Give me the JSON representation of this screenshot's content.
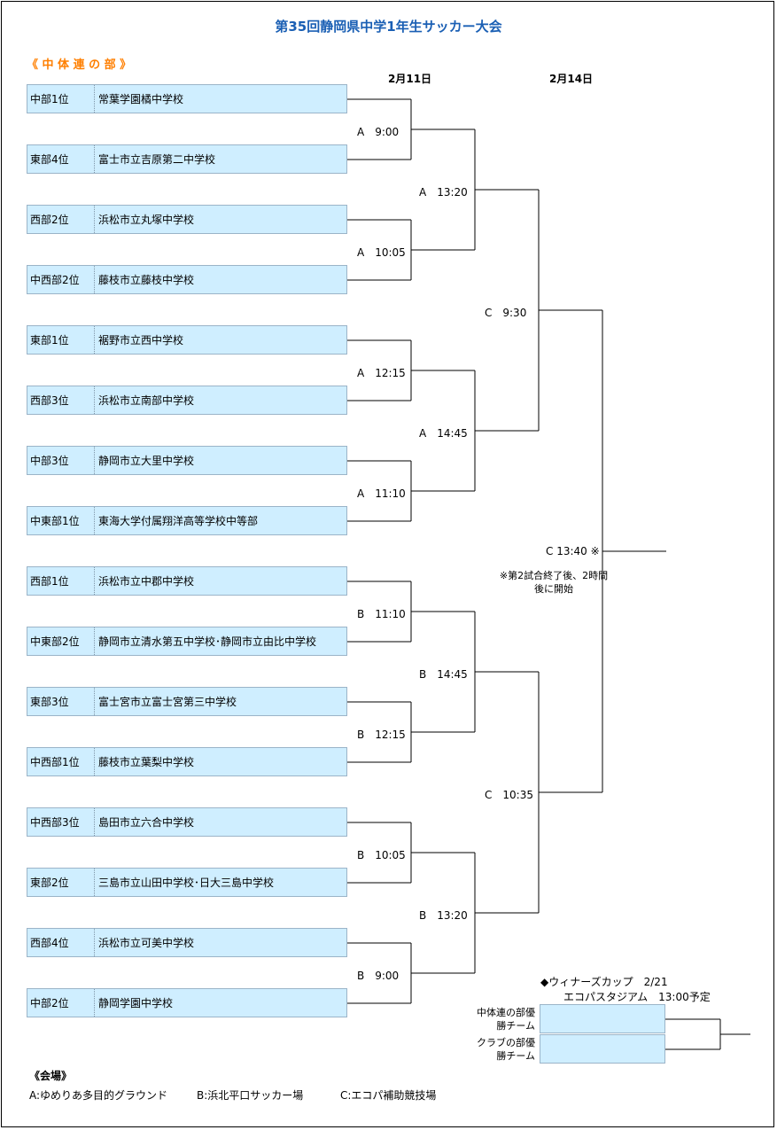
{
  "title": "第35回静岡県中学1年生サッカー大会",
  "section": "《 中 体 連 の 部 》",
  "dates": {
    "round1": "2月11日",
    "semis": "2月14日"
  },
  "teams": [
    {
      "seed": "中部1位",
      "school": "常葉学園橘中学校"
    },
    {
      "seed": "東部4位",
      "school": "富士市立吉原第二中学校"
    },
    {
      "seed": "西部2位",
      "school": "浜松市立丸塚中学校"
    },
    {
      "seed": "中西部2位",
      "school": "藤枝市立藤枝中学校"
    },
    {
      "seed": "東部1位",
      "school": "裾野市立西中学校"
    },
    {
      "seed": "西部3位",
      "school": "浜松市立南部中学校"
    },
    {
      "seed": "中部3位",
      "school": "静岡市立大里中学校"
    },
    {
      "seed": "中東部1位",
      "school": "東海大学付属翔洋高等学校中等部"
    },
    {
      "seed": "西部1位",
      "school": "浜松市立中郡中学校"
    },
    {
      "seed": "中東部2位",
      "school": "静岡市立清水第五中学校･静岡市立由比中学校"
    },
    {
      "seed": "東部3位",
      "school": "富士宮市立富士宮第三中学校"
    },
    {
      "seed": "中西部1位",
      "school": "藤枝市立葉梨中学校"
    },
    {
      "seed": "中西部3位",
      "school": "島田市立六合中学校"
    },
    {
      "seed": "東部2位",
      "school": "三島市立山田中学校･日大三島中学校"
    },
    {
      "seed": "西部4位",
      "school": "浜松市立可美中学校"
    },
    {
      "seed": "中部2位",
      "school": "静岡学園中学校"
    }
  ],
  "matches_r1": [
    "A　9:00",
    "A　10:05",
    "A　12:15",
    "A　11:10",
    "B　11:10",
    "B　12:15",
    "B　10:05",
    "B　9:00"
  ],
  "matches_r2": [
    "A　13:20",
    "A　14:45",
    "B　14:45",
    "B　13:20"
  ],
  "matches_r3": [
    "C　9:30",
    "C　10:35"
  ],
  "final": {
    "label": "C 13:40 ※",
    "note": "※第2試合終了後、2時間後に開始"
  },
  "winners_cup": {
    "title": "◆ウィナーズカップ　2/21",
    "sub": "エコパスタジアム　13:00予定",
    "rows": [
      "中体連の部優勝チーム",
      "クラブの部優勝チーム"
    ]
  },
  "venues": {
    "title": "《会場》",
    "items": [
      "A:ゆめりあ多目的グラウンド",
      "B:浜北平口サッカー場",
      "C:エコパ補助競技場"
    ]
  }
}
